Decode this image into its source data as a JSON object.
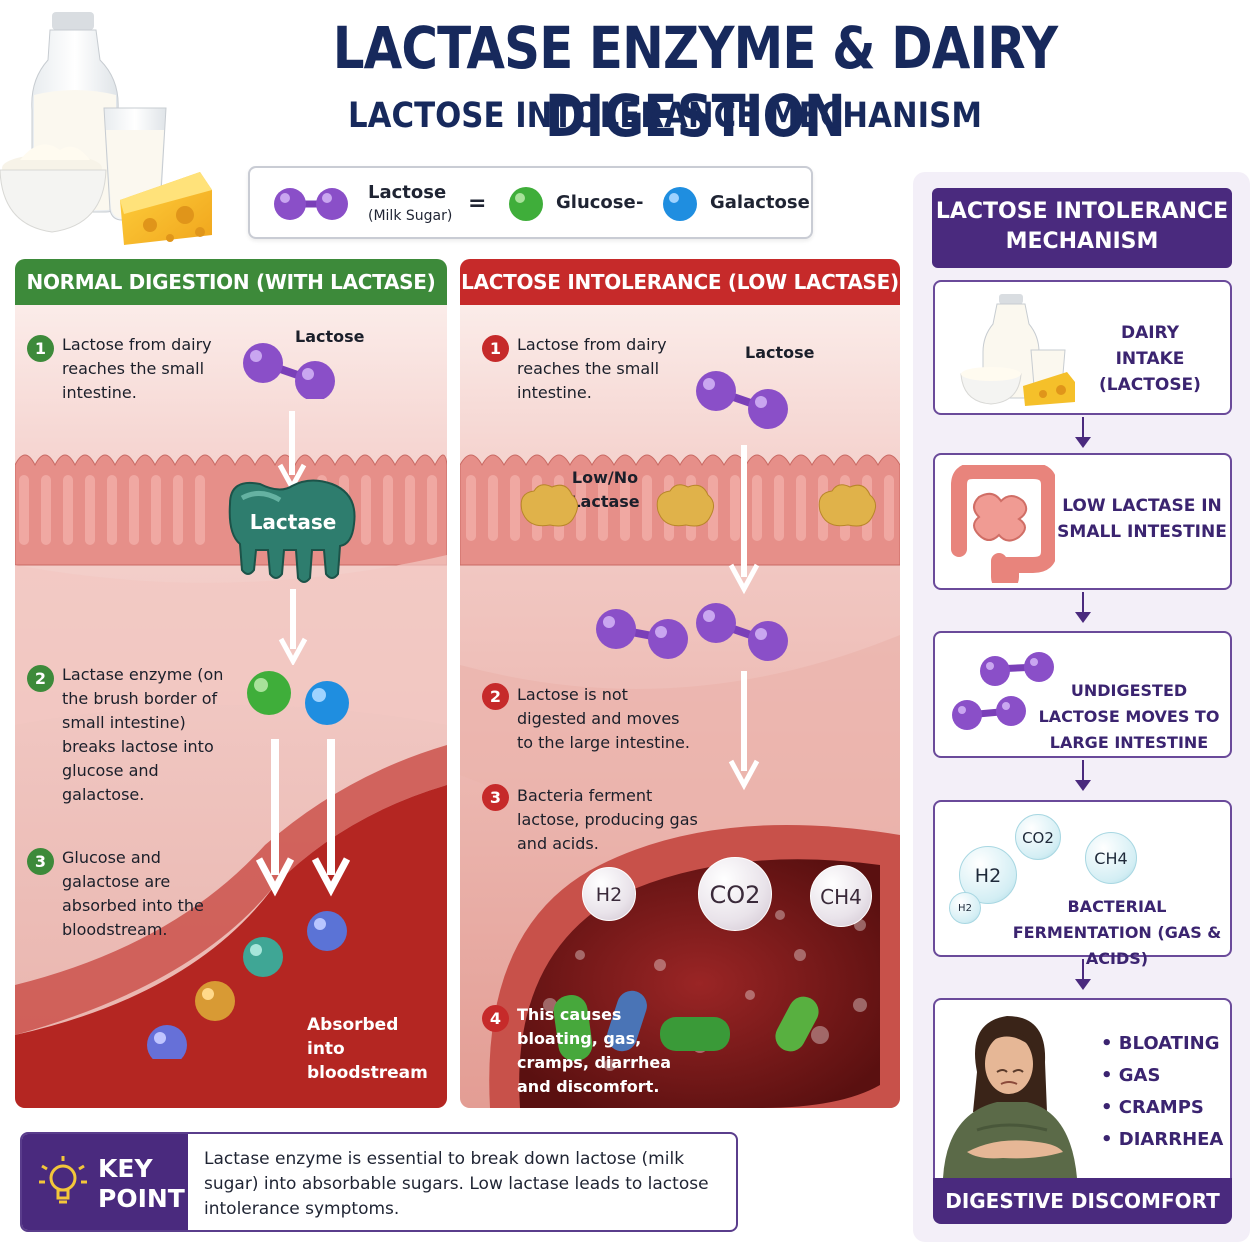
{
  "header": {
    "title": "LACTASE ENZYME & DAIRY DIGESTION",
    "subtitle": "LACTOSE INTOLERANCE MECHANISM"
  },
  "legend": {
    "lactose": "Lactose",
    "lactose_sub": "(Milk Sugar)",
    "equals": "=",
    "glucose": "Glucose",
    "dash": "-",
    "galactose": "Galactose"
  },
  "normal": {
    "title": "NORMAL DIGESTION (WITH LACTASE)",
    "lactose_label": "Lactose",
    "enzyme_label": "Lactase",
    "absorbed_label": "Absorbed into bloodstream",
    "steps": [
      {
        "num": "1",
        "text": "Lactose from dairy reaches the small intestine."
      },
      {
        "num": "2",
        "text": "Lactase enzyme (on the brush border of small intestine) breaks lactose into glucose and galactose."
      },
      {
        "num": "3",
        "text": "Glucose and galactose are absorbed into the bloodstream."
      }
    ]
  },
  "intolerance": {
    "title": "LACTOSE INTOLERANCE (LOW LACTASE)",
    "lactose_label": "Lactose",
    "low_lactase_label": "Low/No Lactase",
    "gases": [
      "H2",
      "CO2",
      "CH4"
    ],
    "steps": [
      {
        "num": "1",
        "text": "Lactose from dairy reaches the small intestine."
      },
      {
        "num": "2",
        "text": "Lactose is not digested and moves to the large intestine."
      },
      {
        "num": "3",
        "text": "Bacteria ferment lactose, producing gas and acids."
      },
      {
        "num": "4",
        "text": "This causes bloating, gas, cramps, diarrhea and discomfort."
      }
    ]
  },
  "mechanism": {
    "title": "LACTOSE INTOLERANCE MECHANISM",
    "boxes": [
      {
        "text": "DAIRY INTAKE (LACTOSE)"
      },
      {
        "text": "LOW LACTASE IN SMALL INTESTINE"
      },
      {
        "text": "UNDIGESTED LACTOSE MOVES TO LARGE INTESTINE"
      },
      {
        "text": "BACTERIAL FERMENTATION (GAS & ACIDS)"
      }
    ],
    "gases": [
      "CO2",
      "H2",
      "CH4",
      "H2"
    ],
    "symptoms": [
      "BLOATING",
      "GAS",
      "CRAMPS",
      "DIARRHEA"
    ],
    "footer": "DIGESTIVE DISCOMFORT"
  },
  "key_point": {
    "label_line1": "KEY",
    "label_line2": "POINT",
    "text": "Lactase enzyme is essential to break down lactose (milk sugar) into absorbable sugars. Low lactase leads to lactose intolerance symptoms."
  },
  "colors": {
    "navy": "#17295c",
    "green": "#3d8a3a",
    "red": "#c62a2a",
    "purple": "#4a2a7e",
    "lactose_molecule": "#8a4fc8",
    "glucose": "#3fae3a",
    "galactose": "#1f8ee0",
    "lactase_enzyme": "#2e7d6e"
  }
}
